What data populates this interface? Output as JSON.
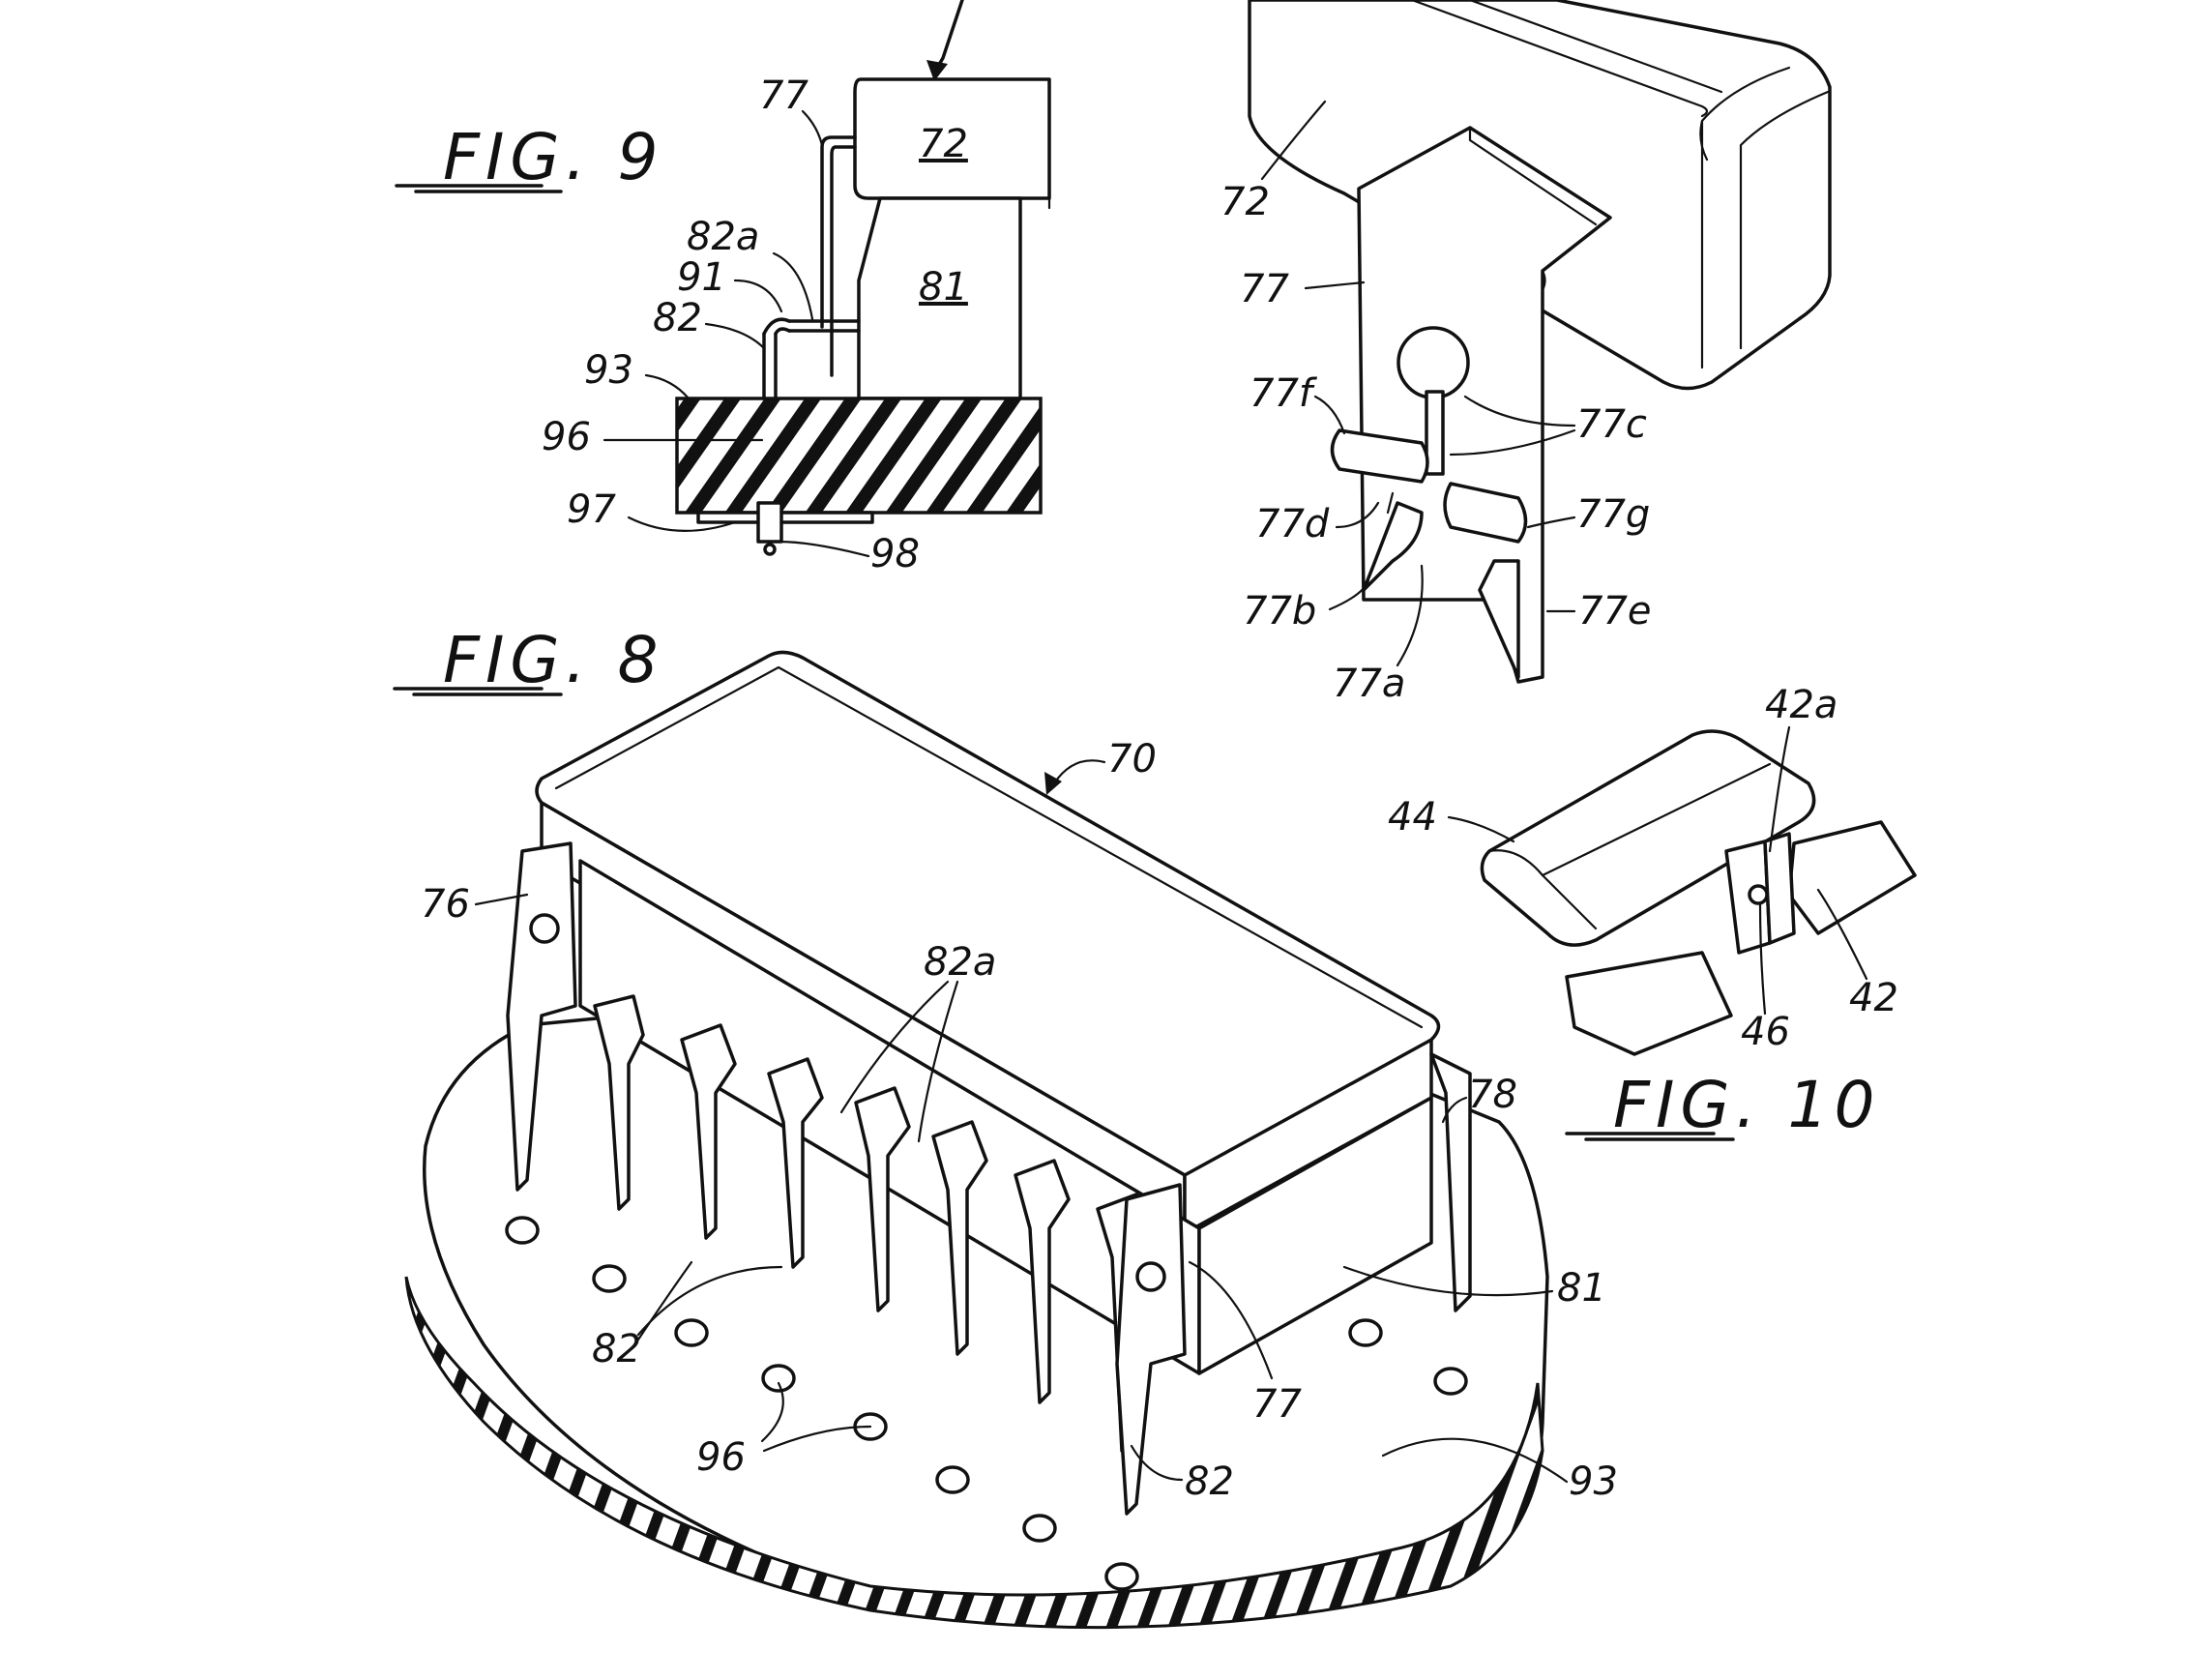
{
  "figures": {
    "fig9": "FIG. 9",
    "fig8": "FIG. 8",
    "fig10": "FIG. 10"
  },
  "labels": {
    "fig9": {
      "l77": "77",
      "l72": "72",
      "l81": "81",
      "l82a": "82a",
      "l91": "91",
      "l82": "82",
      "l93": "93",
      "l96": "96",
      "l97": "97",
      "l98": "98"
    },
    "detail": {
      "l72": "72",
      "l77": "77",
      "l77f": "77f",
      "l77c": "77c",
      "l77d": "77d",
      "l77g": "77g",
      "l77b": "77b",
      "l77e": "77e",
      "l77a": "77a"
    },
    "fig8": {
      "l70": "70",
      "l76": "76",
      "l82a": "82a",
      "l78": "78",
      "l81": "81",
      "l82_left": "82",
      "l77": "77",
      "l96": "96",
      "l82_right": "82",
      "l93": "93"
    },
    "fig10": {
      "l42a": "42a",
      "l44": "44",
      "l46": "46",
      "l42": "42"
    }
  }
}
